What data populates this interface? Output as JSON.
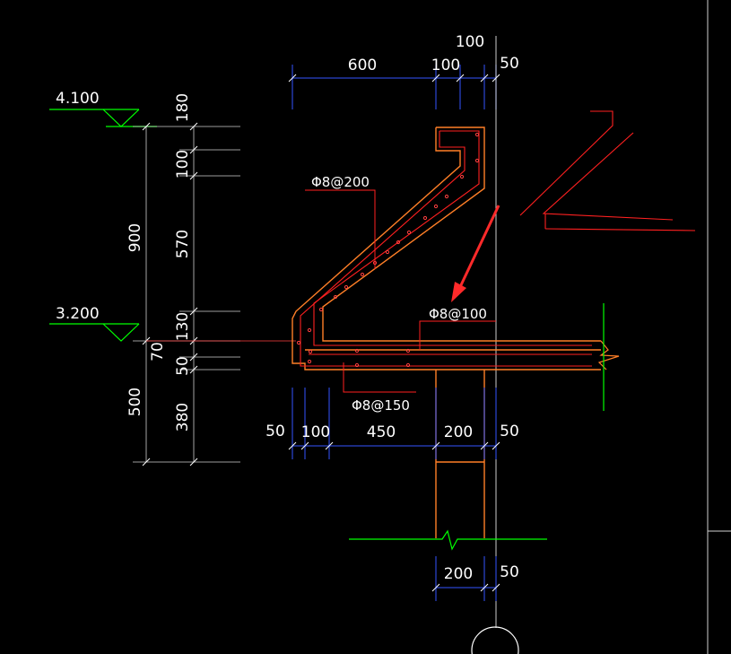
{
  "colors": {
    "background": "#000000",
    "concrete_outline": "#ff7f27",
    "rebar": "#ff2020",
    "dimension": "#3355ff",
    "extension": "#cfcfcf",
    "level_mark": "#00ff00",
    "text": "#ffffff",
    "arrow": "#ff2a2a"
  },
  "levels": {
    "top": "4.100",
    "bottom": "3.200"
  },
  "dims_top": {
    "d600": "600",
    "d100a": "100",
    "d100b": "100",
    "d50": "50"
  },
  "dims_left": {
    "outer_900": "900",
    "outer_500": "500",
    "inner_180": "180",
    "inner_100": "100",
    "inner_570": "570",
    "inner_130": "130",
    "inner_70": "70",
    "inner_50": "50",
    "inner_380": "380"
  },
  "dims_bottom": {
    "d50a": "50",
    "d100": "100",
    "d450": "450",
    "d200": "200",
    "d50b": "50"
  },
  "dims_foot": {
    "d200": "200",
    "d50": "50"
  },
  "rebar_labels": {
    "slope": "Φ8@200",
    "slab": "Φ8@100",
    "bottom": "Φ8@150"
  },
  "icons": {
    "arrow": "red-arrow-icon",
    "level": "level-triangle-icon",
    "break": "break-line-icon"
  }
}
